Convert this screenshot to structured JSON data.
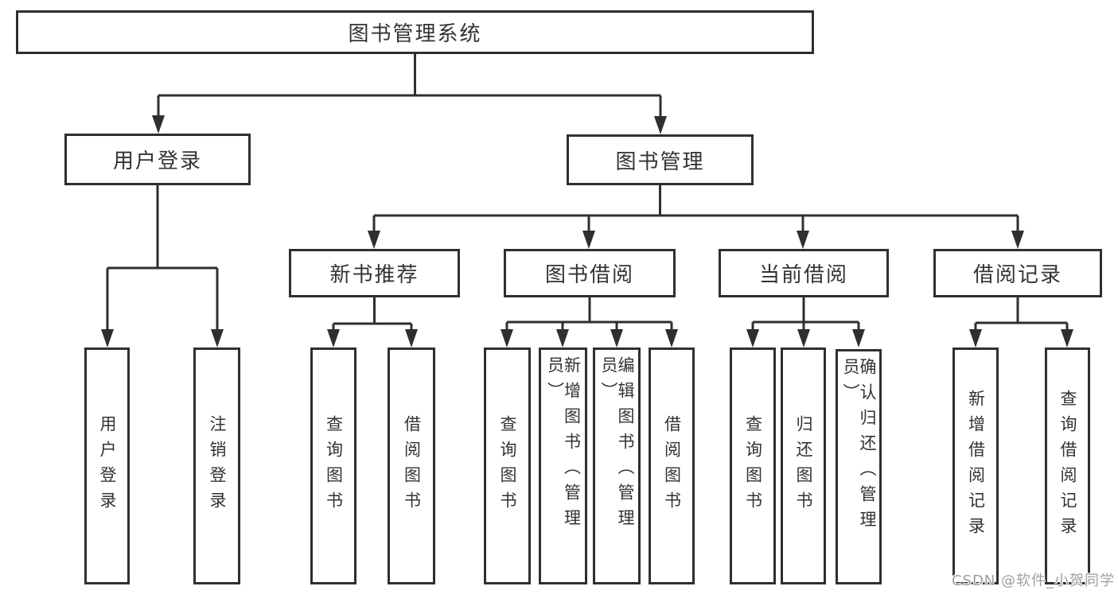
{
  "diagram": {
    "root": "图书管理系统",
    "login_branch": {
      "label": "用户登录",
      "leaves": [
        "用户登录",
        "注销登录"
      ]
    },
    "mgmt_branch": {
      "label": "图书管理",
      "groups": [
        {
          "label": "新书推荐",
          "leaves": [
            "查询图书",
            "借阅图书"
          ]
        },
        {
          "label": "图书借阅",
          "leaves": [
            "查询图书",
            "新增图书（管理员）",
            "编辑图书（管理员）",
            "借阅图书"
          ]
        },
        {
          "label": "当前借阅",
          "leaves": [
            "查询图书",
            "归还图书",
            "确认归还（管理员）"
          ]
        },
        {
          "label": "借阅记录",
          "leaves": [
            "新增借阅记录",
            "查询借阅记录"
          ]
        }
      ]
    }
  },
  "watermark": "CSDN @软件_小贺同学",
  "colors": {
    "line": "#2f2f2f",
    "text": "#333333",
    "watermark": "#9e9e9e",
    "background": "#ffffff"
  }
}
